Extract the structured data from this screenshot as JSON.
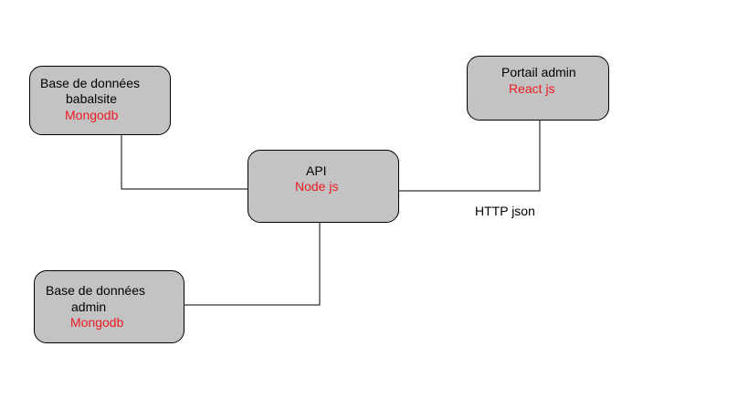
{
  "diagram": {
    "colors": {
      "node_fill": "#c3c3c3",
      "node_border": "#000000",
      "text": "#000000",
      "tech_text": "#ed1c24",
      "connector": "#000000"
    },
    "nodes": {
      "db_babalsite": {
        "title_line1": "Base de données",
        "title_line2": "babalsite",
        "tech": "Mongodb"
      },
      "portail_admin": {
        "title": "Portail admin",
        "tech": "React js"
      },
      "api": {
        "title": "API",
        "tech": "Node js"
      },
      "db_admin": {
        "title_line1": "Base de données",
        "title_line2": "admin",
        "tech": "Mongodb"
      }
    },
    "edges": [
      {
        "from": "db_babalsite",
        "to": "api"
      },
      {
        "from": "api",
        "to": "portail_admin",
        "label": "HTTP json"
      },
      {
        "from": "api",
        "to": "db_admin"
      }
    ]
  }
}
